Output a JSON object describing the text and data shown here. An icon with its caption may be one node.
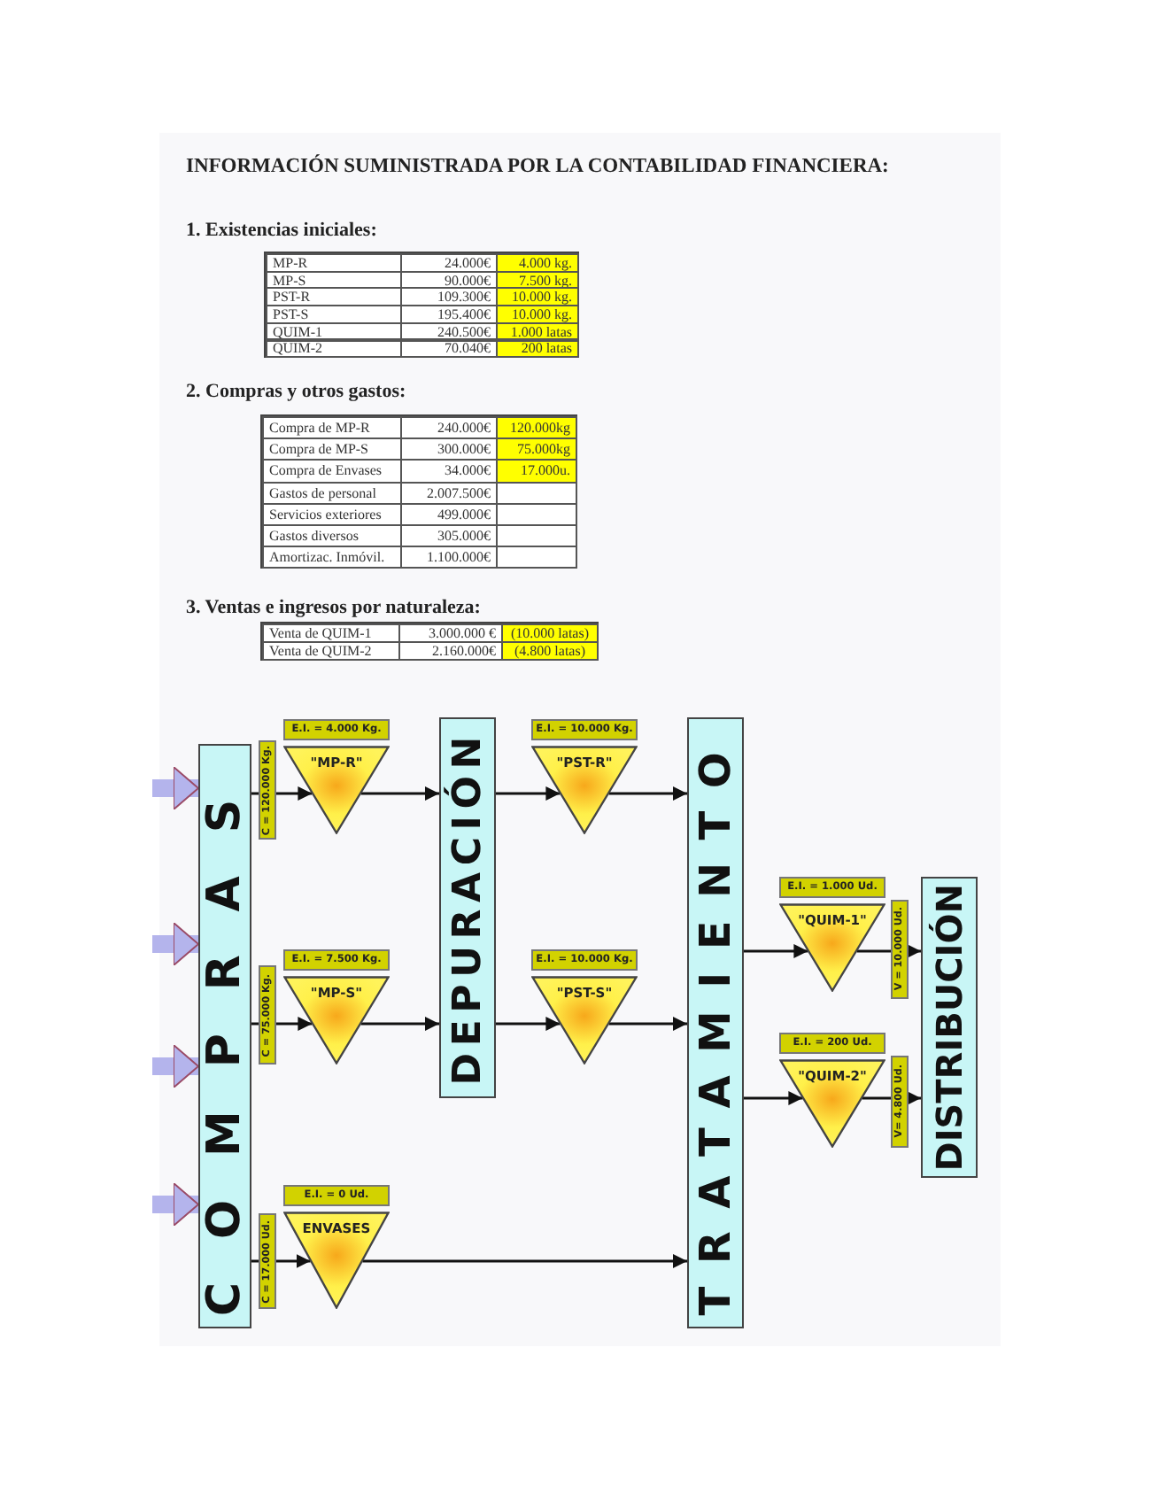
{
  "diagram": {
    "title": "INFORMACIÓN SUMINISTRADA POR LA CONTABILIDAD FINANCIERA:",
    "nodes": [
      {
        "text": [
          "COMPRAS"
        ]
      },
      {
        "text": [
          "\"MP-R\""
        ],
        "beside": [
          "E.I. = 4.000 Kg."
        ]
      },
      {
        "text": [
          "\"MP-S\""
        ],
        "beside": [
          "E.I. = 7.500 Kg."
        ]
      },
      {
        "text": [
          "ENVASES"
        ],
        "beside": [
          "E.I. = 0 Ud."
        ]
      },
      {
        "text": [
          "DEPURACIÓN"
        ]
      },
      {
        "text": [
          "\"PST-R\""
        ],
        "beside": [
          "E.I. =  10.000 Kg."
        ]
      },
      {
        "text": [
          "\"PST-S\""
        ],
        "beside": [
          "E.I. = 10.000 Kg."
        ]
      },
      {
        "text": [
          "TRATAMIENTO"
        ]
      },
      {
        "text": [
          "\"QUIM-1\""
        ],
        "beside": [
          "E.I. = 1.000 Ud."
        ]
      },
      {
        "text": [
          "\"QUIM-2\""
        ],
        "beside": [
          "E.I. = 200 Ud."
        ]
      },
      {
        "text": [
          "DISTRIBUCIÓN"
        ]
      }
    ],
    "edges": [
      {
        "from": null,
        "to": 0,
        "arrow": "to",
        "style": "thick",
        "color": "#b4b4ec"
      },
      {
        "from": null,
        "to": 0,
        "arrow": "to",
        "style": "thick",
        "color": "#b4b4ec"
      },
      {
        "from": null,
        "to": 0,
        "arrow": "to",
        "style": "thick",
        "color": "#b4b4ec"
      },
      {
        "from": null,
        "to": 0,
        "arrow": "to",
        "style": "thick",
        "color": "#b4b4ec"
      },
      {
        "from": 0,
        "to": 1,
        "arrow": "to",
        "label": "C = 120.000 Kg."
      },
      {
        "from": 1,
        "to": 4,
        "arrow": "to"
      },
      {
        "from": 4,
        "to": 5,
        "arrow": "to"
      },
      {
        "from": 5,
        "to": 7,
        "arrow": "to"
      },
      {
        "from": 0,
        "to": 2,
        "arrow": "to",
        "label": "C = 75.000 Kg."
      },
      {
        "from": 2,
        "to": 4,
        "arrow": "to"
      },
      {
        "from": 4,
        "to": 6,
        "arrow": "to"
      },
      {
        "from": 6,
        "to": 7,
        "arrow": "to"
      },
      {
        "from": 0,
        "to": 3,
        "arrow": "to",
        "label": "C = 17.000 Ud."
      },
      {
        "from": 3,
        "to": 7,
        "arrow": "to"
      },
      {
        "from": 7,
        "to": 8,
        "arrow": "to"
      },
      {
        "from": 8,
        "to": 10,
        "arrow": "to",
        "label": "V = 10.000 Ud."
      },
      {
        "from": 7,
        "to": 9,
        "arrow": "to"
      },
      {
        "from": 9,
        "to": 10,
        "arrow": "to",
        "label": "V= 4.800 Ud."
      }
    ],
    "labels": [
      "1. Existencias iniciales:",
      "MP-R",
      "24.000€",
      "4.000 kg.",
      "MP-S",
      "90.000€",
      "7.500 kg.",
      "PST-R",
      "109.300€",
      "10.000 kg.",
      "PST-S",
      "195.400€",
      "10.000 kg.",
      "QUIM-1",
      "240.500€",
      "1.000 latas",
      "QUIM-2",
      "70.040€",
      "200 latas",
      "2. Compras y otros gastos:",
      "Compra  de MP-R",
      "240.000€",
      "120.000kg",
      "Compra de  MP-S",
      "300.000€",
      "75.000kg",
      "Compra de Envases",
      "34.000€",
      "17.000u.",
      "Gastos de personal",
      "2.007.500€",
      "Servicios exteriores",
      "499.000€",
      "Gastos diversos",
      "305.000€",
      "Amortizac. Inmóvil.",
      "1.100.000€",
      "3. Ventas e ingresos por naturaleza:",
      "Venta de QUIM-1",
      "3.000.000 €",
      "(10.000 latas)",
      "Venta de QUIM-2",
      "2.160.000€",
      "(4.800 latas)"
    ]
  }
}
